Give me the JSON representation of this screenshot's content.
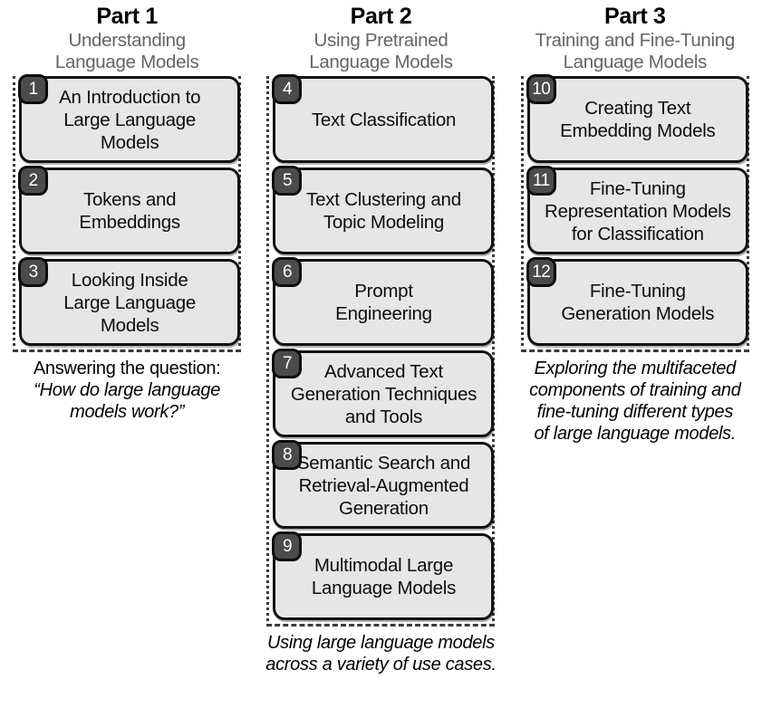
{
  "diagram": {
    "title": "Book parts and chapters overview",
    "colors": {
      "box_fill": "#e6e6e6",
      "box_border": "#121212",
      "badge_fill": "#4b4b4b",
      "subtitle_text": "#646464",
      "dashed_border": "#3a3a3a"
    }
  },
  "columns": [
    {
      "part_label": "Part 1",
      "part_subtitle": "Understanding\nLanguage Models",
      "chapters": [
        {
          "number": "1",
          "title": "An Introduction to\nLarge Language Models",
          "height": 96
        },
        {
          "number": "2",
          "title": "Tokens and\nEmbeddings",
          "height": 96
        },
        {
          "number": "3",
          "title": "Looking Inside\nLarge Language Models",
          "height": 96
        }
      ],
      "caption_lead": "Answering the question:",
      "caption_quote": "“How do large language\nmodels work?”",
      "caption_all_italic": false
    },
    {
      "part_label": "Part 2",
      "part_subtitle": "Using Pretrained\nLanguage Models",
      "chapters": [
        {
          "number": "4",
          "title": "Text Classification",
          "height": 96
        },
        {
          "number": "5",
          "title": "Text Clustering and\nTopic Modeling",
          "height": 96
        },
        {
          "number": "6",
          "title": "Prompt\nEngineering",
          "height": 96
        },
        {
          "number": "7",
          "title": "Advanced Text\nGeneration Techniques\nand Tools",
          "height": 96
        },
        {
          "number": "8",
          "title": "Semantic Search and\nRetrieval-Augmented\nGeneration",
          "height": 96
        },
        {
          "number": "9",
          "title": "Multimodal Large\nLanguage Models",
          "height": 96
        }
      ],
      "caption_lead": "",
      "caption_quote": "Using large language models\nacross a variety of use cases.",
      "caption_all_italic": true
    },
    {
      "part_label": "Part 3",
      "part_subtitle": "Training and Fine-Tuning\nLanguage Models",
      "chapters": [
        {
          "number": "10",
          "title": "Creating Text\nEmbedding Models",
          "height": 96
        },
        {
          "number": "11",
          "title": "Fine-Tuning\nRepresentation Models\nfor Classification",
          "height": 96
        },
        {
          "number": "12",
          "title": "Fine-Tuning\nGeneration Models",
          "height": 96
        }
      ],
      "caption_lead": "",
      "caption_quote": "Exploring the multifaceted\ncomponents of training and\nfine-tuning different types\nof large language models.",
      "caption_all_italic": true
    }
  ]
}
